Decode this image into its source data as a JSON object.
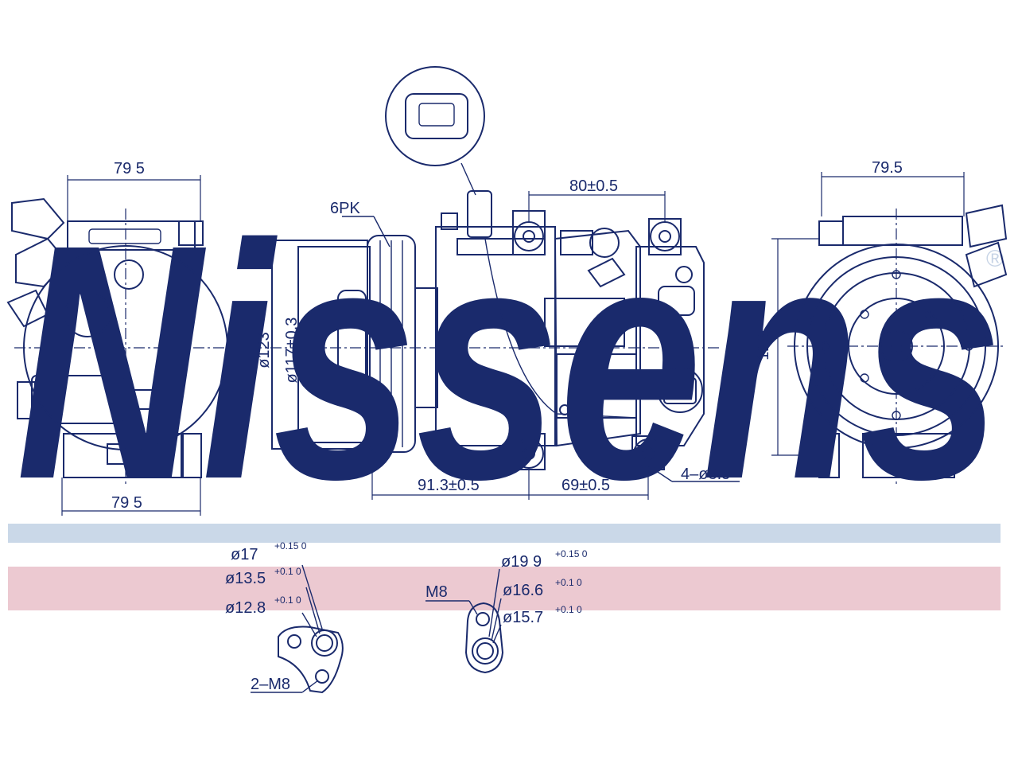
{
  "brand": {
    "name": "Nissens",
    "watermark_color": "#c7d4e6",
    "band_blue": "#cad8e8",
    "band_pink": "#ecc9d1",
    "line_color": "#1a2a6c"
  },
  "labels": {
    "left_top_width": "79 5",
    "left_bottom_width": "79 5",
    "belt": "6PK",
    "pulley_outer": "ø123",
    "pulley_inner": "ø117±0.3",
    "mount_top": "80±0.5",
    "mount_bottom_left": "91.3±0.5",
    "mount_bottom_right": "69±0.5",
    "holes": "4–ø8.5",
    "right_top_width": "79.5",
    "right_height": "128",
    "port1_d1": "ø17",
    "port1_d1_tol": "+0.15 0",
    "port1_d2": "ø13.5",
    "port1_d2_tol": "+0.1 0",
    "port1_d3": "ø12.8",
    "port1_d3_tol": "+0.1 0",
    "port1_bolts": "2–M8",
    "port2_bolt": "M8",
    "port2_d1": "ø19 9",
    "port2_d1_tol": "+0.15 0",
    "port2_d2": "ø16.6",
    "port2_d2_tol": "+0.1 0",
    "port2_d3": "ø15.7",
    "port2_d3_tol": "+0.1 0"
  }
}
